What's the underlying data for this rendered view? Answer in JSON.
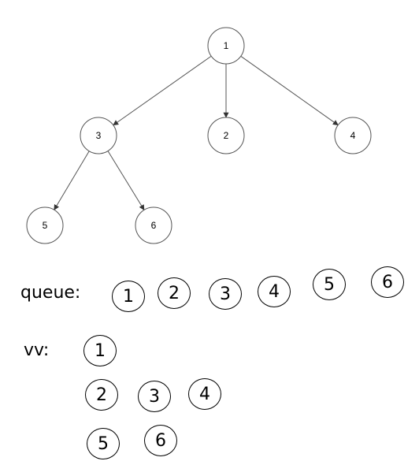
{
  "tree": {
    "nodes": [
      {
        "id": "1",
        "label": "1"
      },
      {
        "id": "3",
        "label": "3"
      },
      {
        "id": "2",
        "label": "2"
      },
      {
        "id": "4",
        "label": "4"
      },
      {
        "id": "5",
        "label": "5"
      },
      {
        "id": "6",
        "label": "6"
      }
    ],
    "edges": [
      {
        "from": "1",
        "to": "3"
      },
      {
        "from": "1",
        "to": "2"
      },
      {
        "from": "1",
        "to": "4"
      },
      {
        "from": "3",
        "to": "5"
      },
      {
        "from": "3",
        "to": "6"
      }
    ],
    "colors": {
      "stroke": "#555555",
      "text": "#000000",
      "fill": "#ffffff"
    }
  },
  "queue": {
    "label": "queue:",
    "items": [
      "1",
      "2",
      "3",
      "4",
      "5",
      "6"
    ]
  },
  "vv": {
    "label": "vv:",
    "rows": [
      [
        "1"
      ],
      [
        "2",
        "3",
        "4"
      ],
      [
        "5",
        "6"
      ]
    ]
  }
}
